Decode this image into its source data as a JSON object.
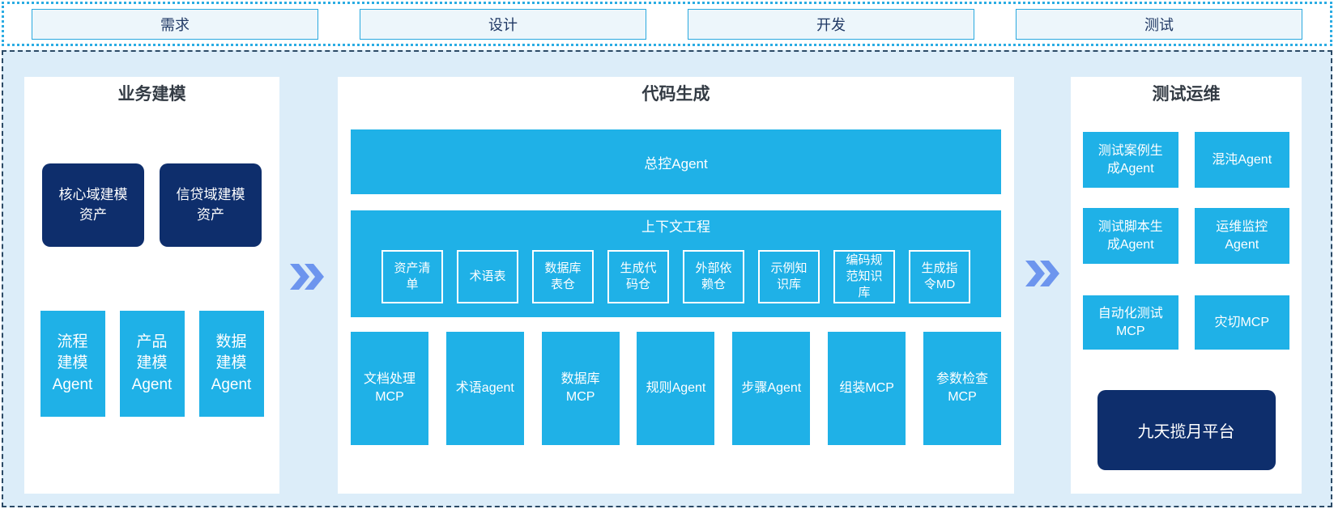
{
  "stages": [
    "需求",
    "设计",
    "开发",
    "测试"
  ],
  "business": {
    "title": "业务建模",
    "assets": [
      "核心域建模资产",
      "信贷域建模资产"
    ],
    "agents": [
      "流程建模Agent",
      "产品建模Agent",
      "数据建模Agent"
    ]
  },
  "codegen": {
    "title": "代码生成",
    "master_agent": "总控Agent",
    "context": {
      "title": "上下文工程",
      "items": [
        "资产清单",
        "术语表",
        "数据库表仓",
        "生成代码仓",
        "外部依赖仓",
        "示例知识库",
        "编码规范知识库",
        "生成指令MD"
      ]
    },
    "tools": [
      "文档处理MCP",
      "术语agent",
      "数据库MCP",
      "规则Agent",
      "步骤Agent",
      "组装MCP",
      "参数检查MCP"
    ]
  },
  "testops": {
    "title": "测试运维",
    "boxes": [
      "测试案例生成Agent",
      "混沌Agent",
      "测试脚本生成Agent",
      "运维监控Agent",
      "自动化测试MCP",
      "灾切MCP"
    ],
    "platform": "九天揽月平台"
  },
  "icons": {
    "flow_arrow": "double-chevron-right"
  },
  "colors": {
    "cyan": "#1FB1E7",
    "navy": "#0E2E6C",
    "band_bg": "#DCEDF9",
    "stage_bg": "#EDF6FB",
    "stage_border": "#2AA9DF",
    "dotted_border": "#2BACE3",
    "dashed_border": "#2B4A66",
    "arrow": "#6D95EE",
    "title_text": "#333B44",
    "stage_text": "#1F3864"
  }
}
